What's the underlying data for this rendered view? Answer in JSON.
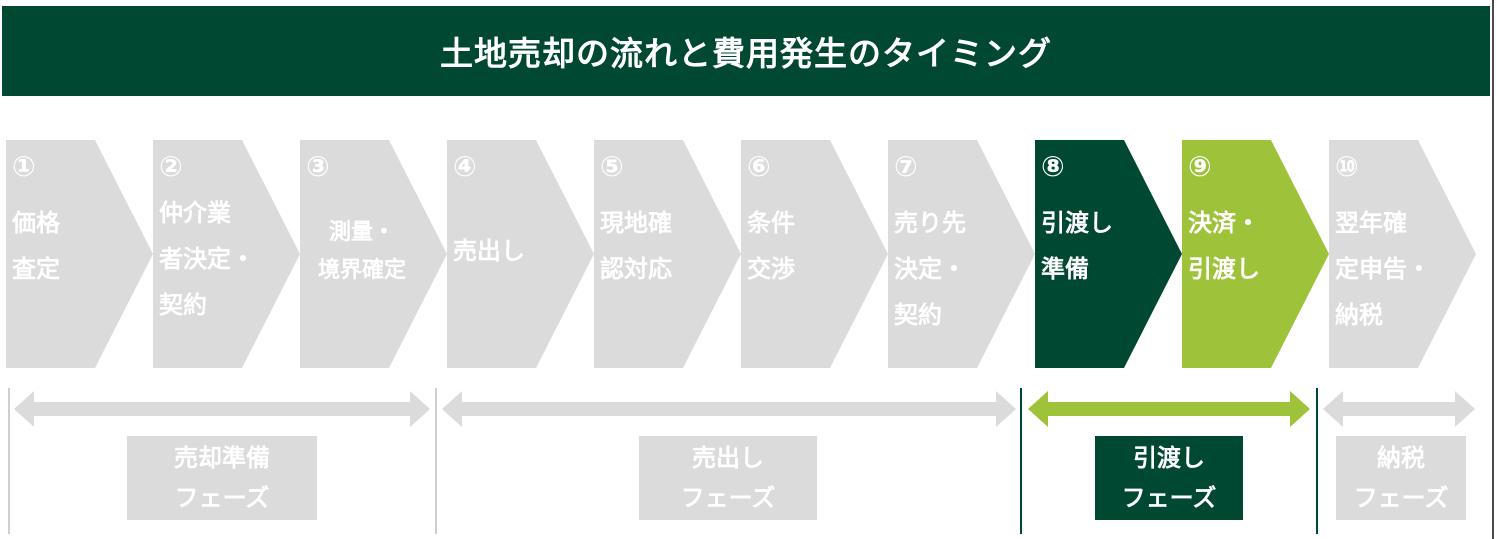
{
  "title": "土地売却の流れと費用発生のタイミング",
  "steps": [
    {
      "num": "①",
      "lines": [
        "価格",
        "査定"
      ],
      "style": "gray"
    },
    {
      "num": "②",
      "lines": [
        "仲介業",
        "者決定・",
        "契約"
      ],
      "style": "gray"
    },
    {
      "num": "③",
      "lines": [
        "測量・",
        "境界確定"
      ],
      "style": "gray"
    },
    {
      "num": "④",
      "lines": [
        "売出し"
      ],
      "style": "gray"
    },
    {
      "num": "⑤",
      "lines": [
        "現地確",
        "認対応"
      ],
      "style": "gray"
    },
    {
      "num": "⑥",
      "lines": [
        "条件",
        "交渉"
      ],
      "style": "gray"
    },
    {
      "num": "⑦",
      "lines": [
        "売り先",
        "決定・",
        "契約"
      ],
      "style": "gray"
    },
    {
      "num": "⑧",
      "lines": [
        "引渡し",
        "準備"
      ],
      "style": "dark"
    },
    {
      "num": "⑨",
      "lines": [
        "決済・",
        "引渡し"
      ],
      "style": "lime"
    },
    {
      "num": "⑩",
      "lines": [
        "翌年確",
        "定申告・",
        "納税"
      ],
      "style": "gray"
    }
  ],
  "phases": [
    {
      "line1": "売却準備",
      "line2": "フェーズ",
      "style": "gray"
    },
    {
      "line1": "売出し",
      "line2": "フェーズ",
      "style": "gray"
    },
    {
      "line1": "引渡し",
      "line2": "フェーズ",
      "style": "dark"
    },
    {
      "line1": "納税",
      "line2": "フェーズ",
      "style": "gray"
    }
  ],
  "colors": {
    "dark_green": "#004831",
    "lime_green": "#9ec33a",
    "light_gray": "#dbdbdb"
  }
}
